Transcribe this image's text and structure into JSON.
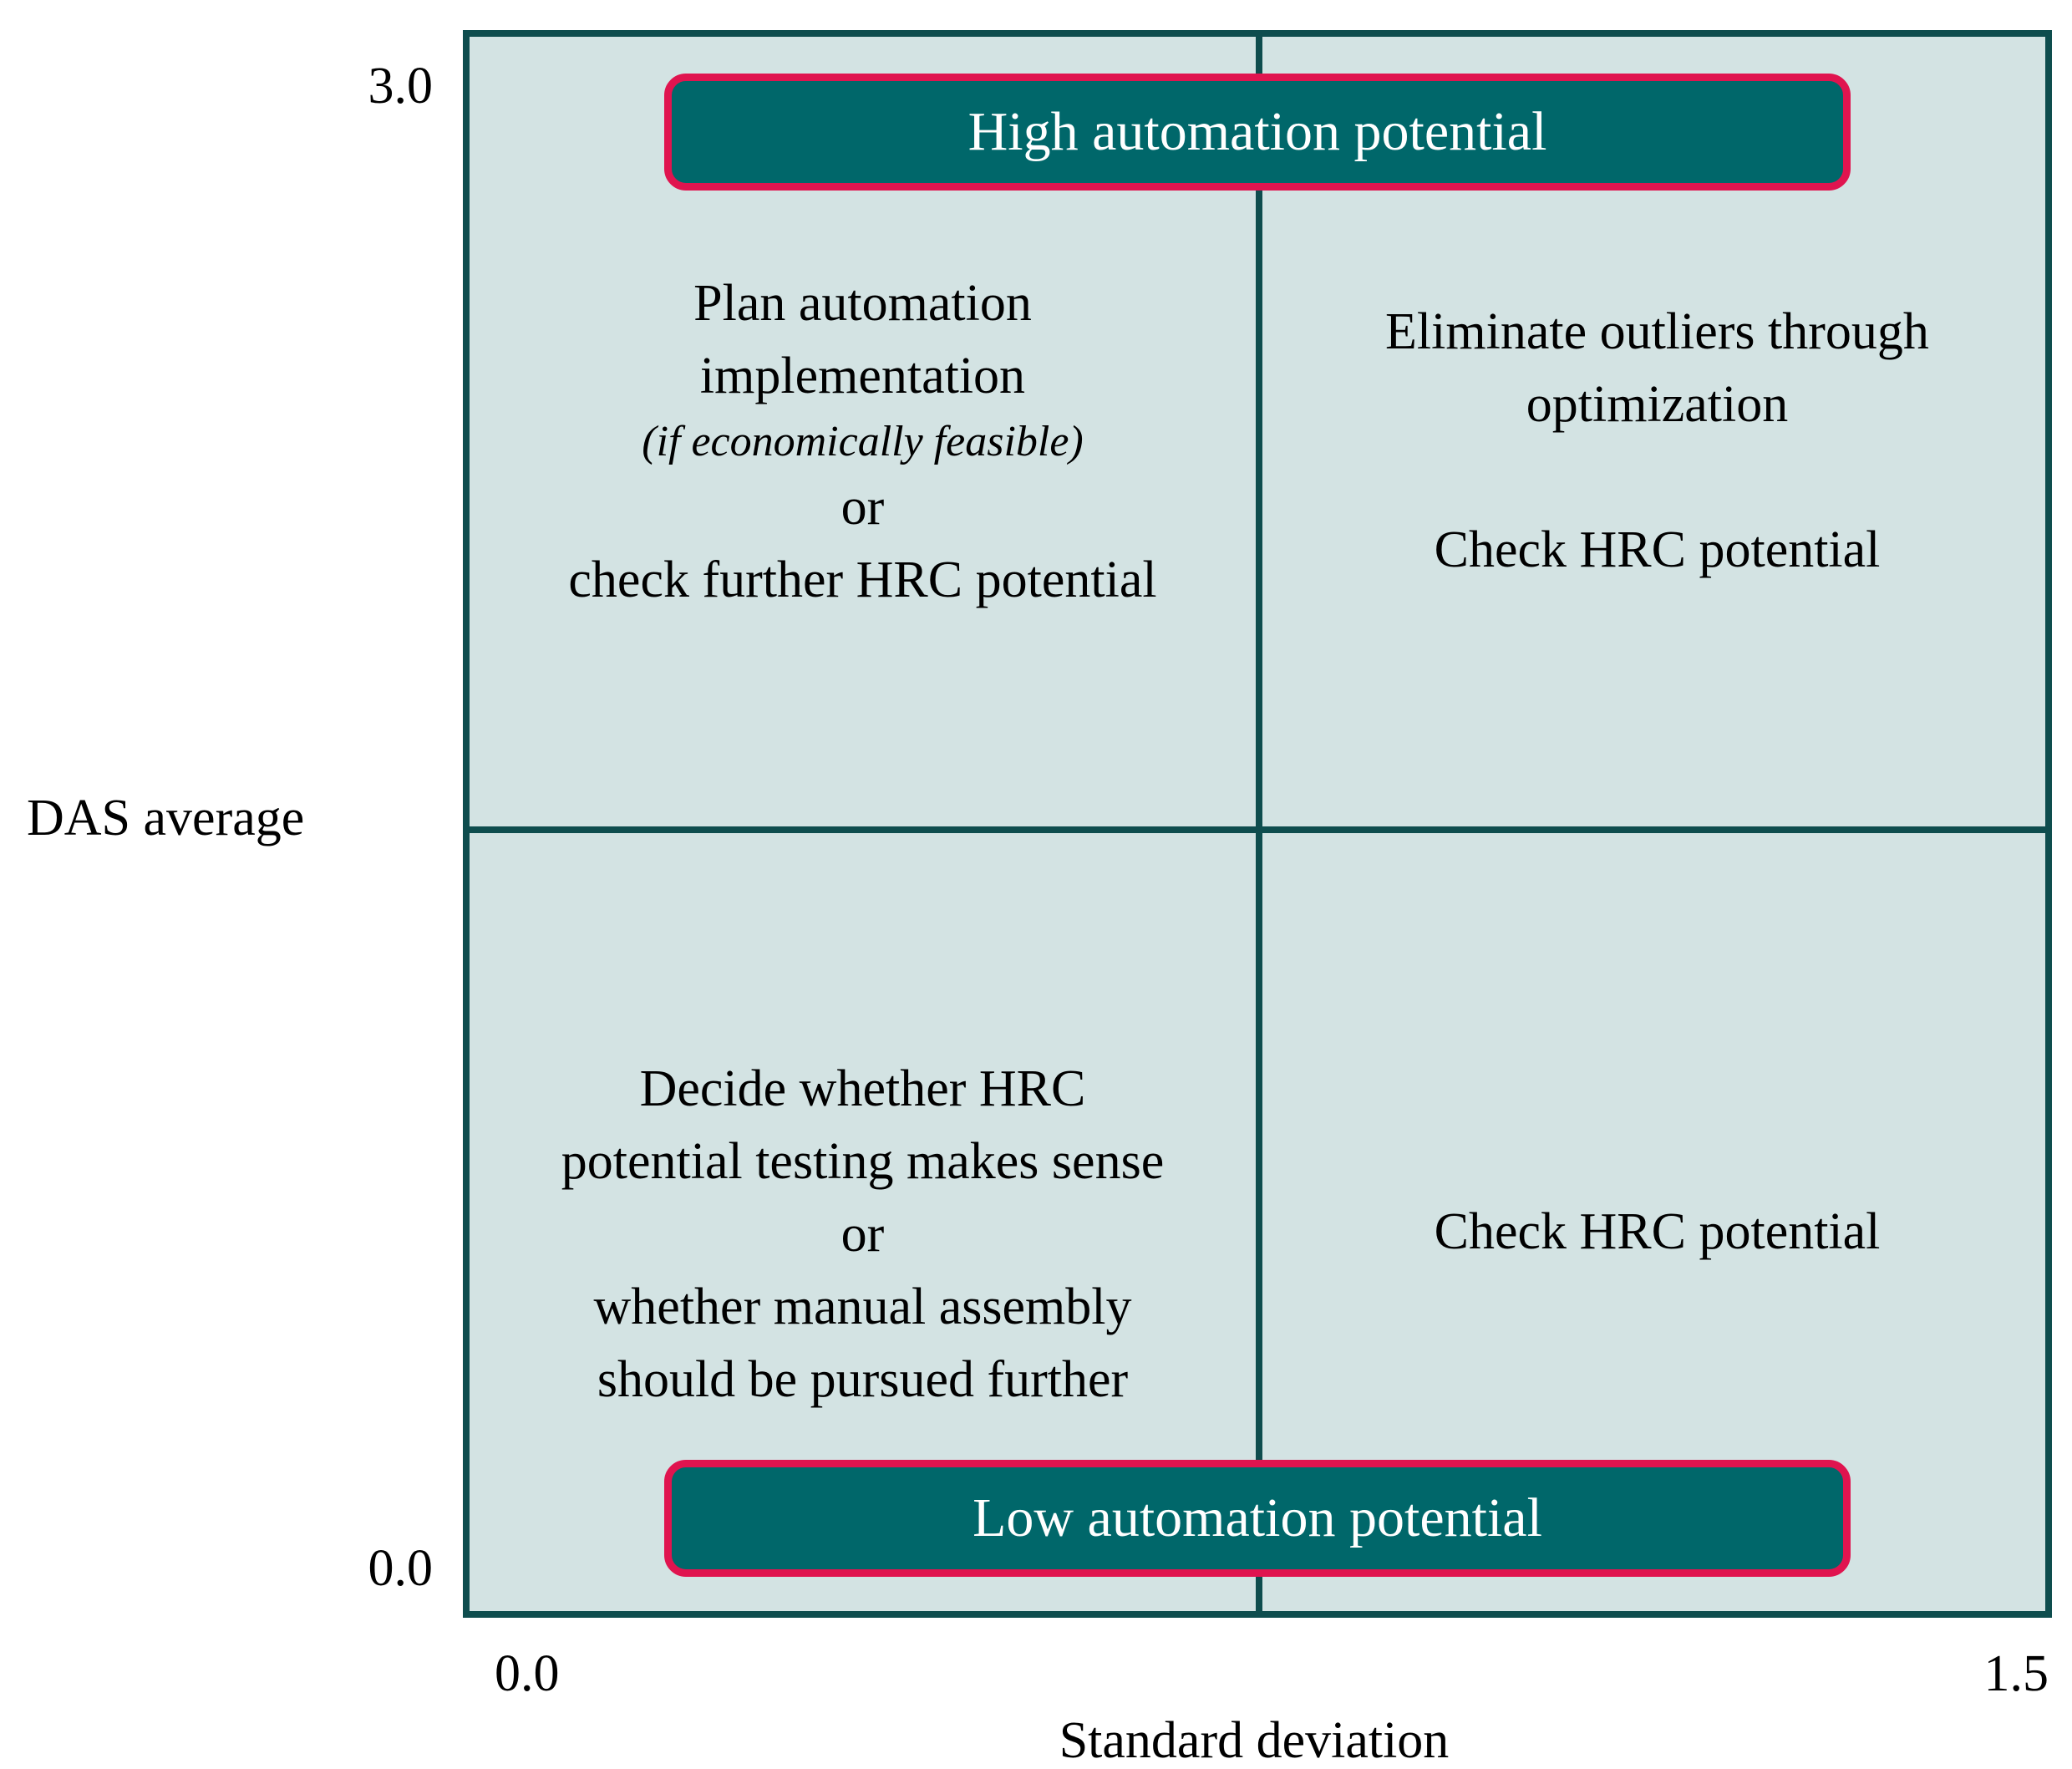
{
  "axes": {
    "y_label": "DAS average",
    "y_max": "3.0",
    "y_min": "0.0",
    "x_label": "Standard deviation",
    "x_min": "0.0",
    "x_max": "1.5"
  },
  "colors": {
    "matrix_fill": "#d3e3e3",
    "matrix_border": "#0e4d4e",
    "box_fill": "#00676a",
    "box_border": "#e0144f",
    "box_text": "#ffffff"
  },
  "boxes": {
    "high": "High automation potential",
    "low": "Low automation potential"
  },
  "quadrants": {
    "top_left": {
      "line1": "Plan automation",
      "line2": "implementation",
      "note": "(if economically feasible)",
      "or": "or",
      "line3": "check further HRC potential"
    },
    "top_right": {
      "line1": "Eliminate outliers through",
      "line2": "optimization",
      "line3": "Check HRC potential"
    },
    "bottom_left": {
      "line1": "Decide whether HRC",
      "line2": "potential testing makes sense",
      "or": "or",
      "line3": "whether manual assembly",
      "line4": "should be pursued further"
    },
    "bottom_right": {
      "line1": "Check HRC potential"
    }
  }
}
